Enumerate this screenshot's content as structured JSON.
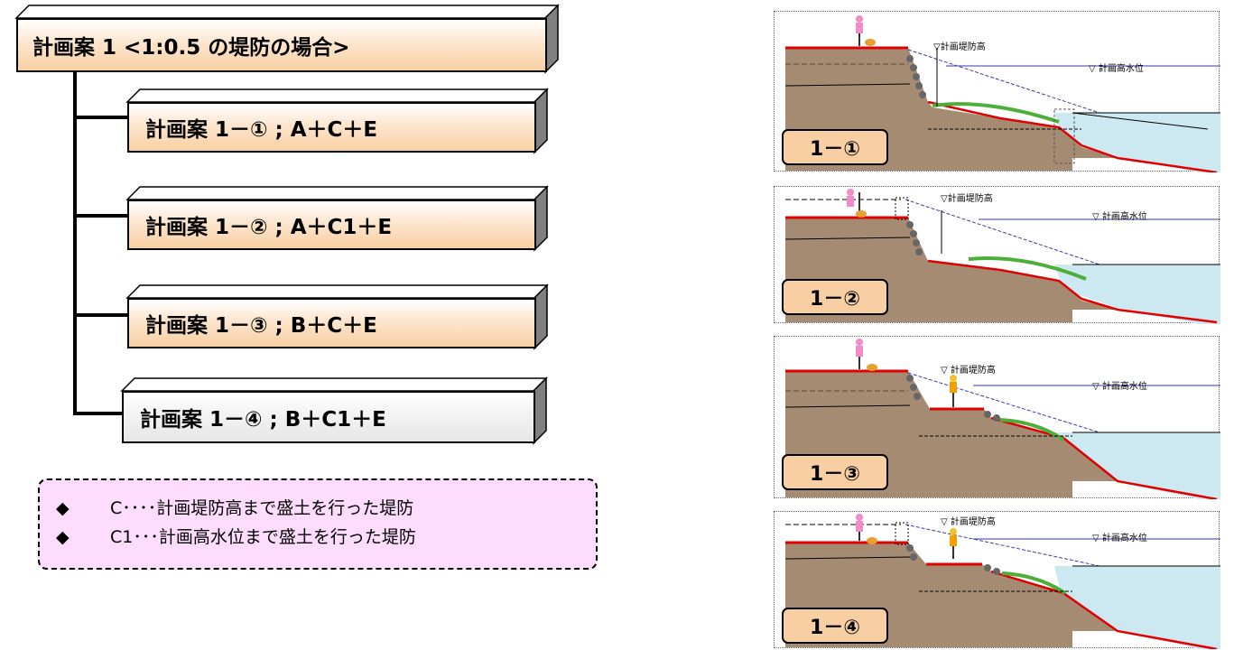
{
  "title_box": {
    "text": "計画案 1 <1:0.5 の堤防の場合>"
  },
  "plans": [
    {
      "label": "計画案 1－① ; A＋C＋E"
    },
    {
      "label": "計画案 1－② ; A＋C1＋E"
    },
    {
      "label": "計画案 1－③ ; B＋C＋E"
    },
    {
      "label": "計画案 1－④ ; B＋C1＋E"
    }
  ],
  "notes": [
    {
      "bullet": "◆",
      "text": "C････計画堤防高まで盛土を行った堤防"
    },
    {
      "bullet": "◆",
      "text": "C1･･･計画高水位まで盛土を行った堤防"
    }
  ],
  "panels": [
    {
      "label": "1－①",
      "tag_levee": "▽計画堤防高",
      "tag_water": "▽ 計画高水位"
    },
    {
      "label": "1－②",
      "tag_levee": "▽計画堤防高",
      "tag_water": "▽ 計画高水位"
    },
    {
      "label": "1－③",
      "tag_levee": "▽ 計画堤防高",
      "tag_water": "▽ 計画高水位"
    },
    {
      "label": "1－④",
      "tag_levee": "▽ 計画堤防高",
      "tag_water": "▽ 計画高水位"
    }
  ],
  "colors": {
    "box_fill": "#f8cfa2",
    "earth": "#a68b73",
    "water": "#cce8f0",
    "levee_red": "#e00000",
    "note_fill": "#fddcfd",
    "grass": "#4caf3a"
  }
}
